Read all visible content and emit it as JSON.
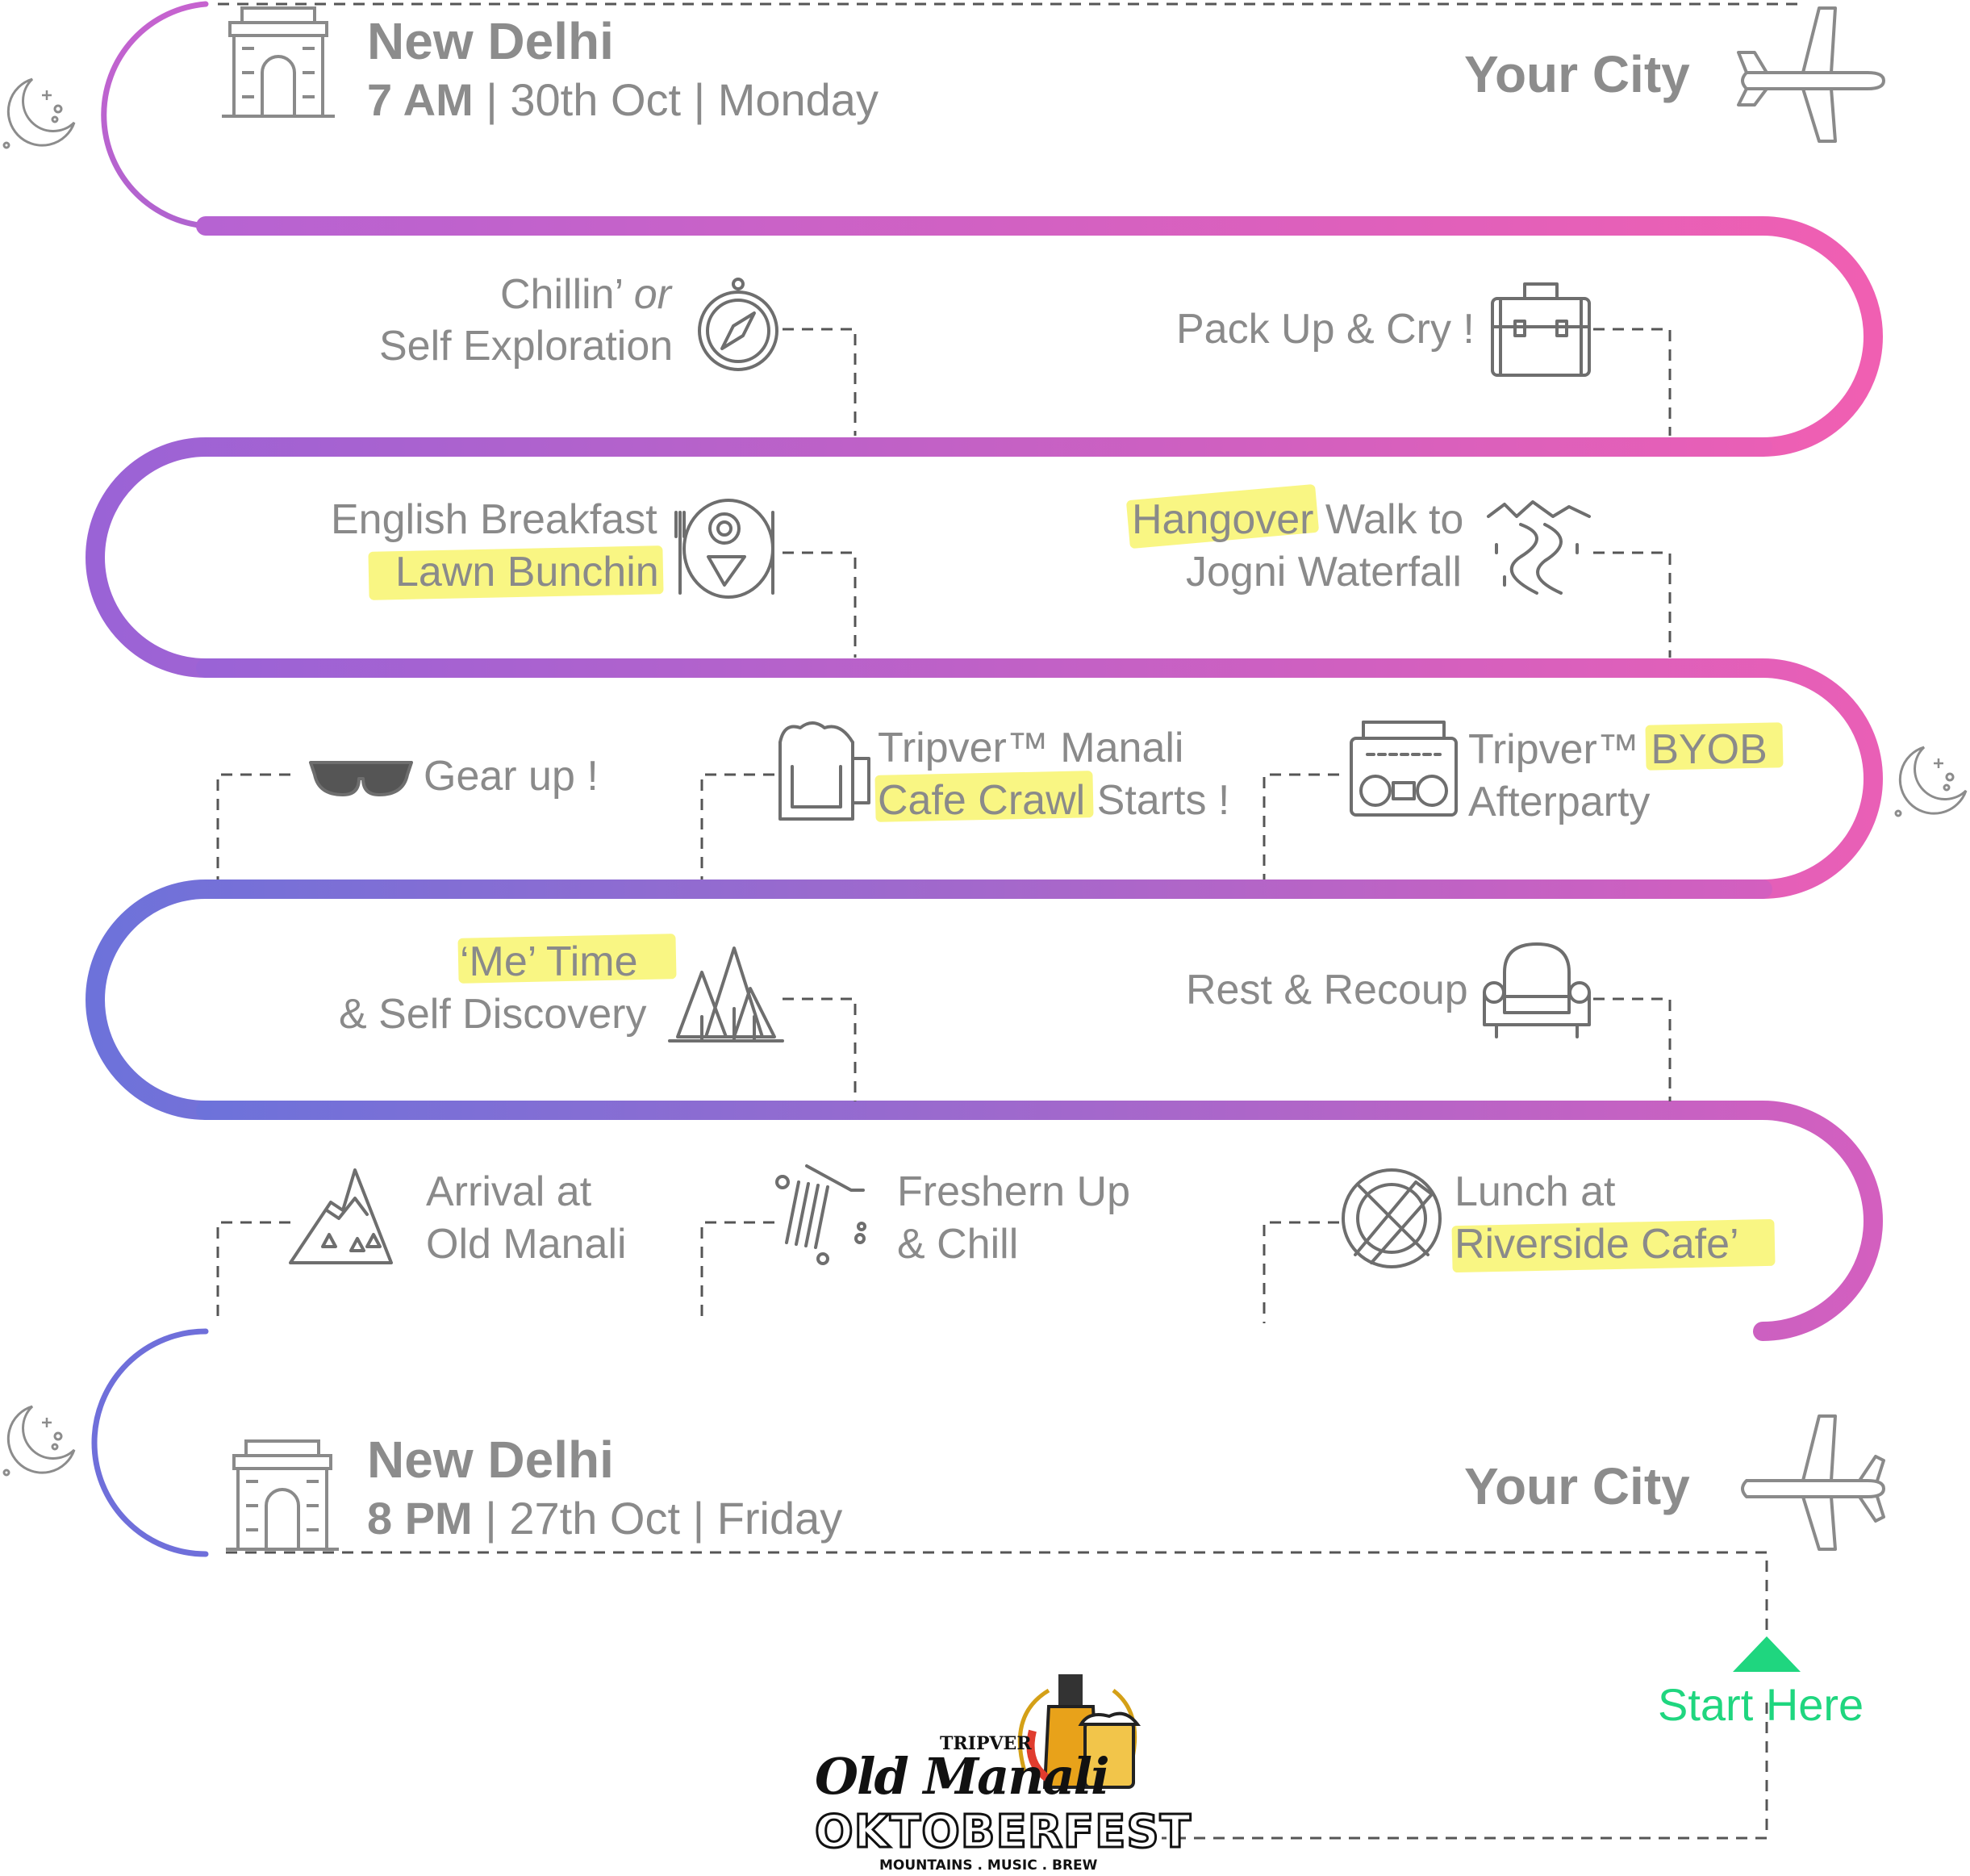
{
  "top": {
    "city": "New Delhi",
    "time": "7 AM",
    "details": "| 30th Oct | Monday",
    "destination": "Your City"
  },
  "bottom": {
    "city": "New Delhi",
    "time": "8 PM",
    "details": "| 27th Oct | Friday",
    "destination": "Your City"
  },
  "rows": {
    "row1": {
      "left": {
        "line1": "Chillin’ ",
        "line1_em": "or",
        "line2": "Self Exploration",
        "icon": "compass-icon"
      },
      "right": {
        "line1": "Pack Up & Cry !",
        "icon": "suitcase-icon"
      }
    },
    "row2": {
      "left": {
        "line1": "English Breakfast",
        "line2": "Lawn Bunchin",
        "icon": "breakfast-plate-icon"
      },
      "right": {
        "line1_hl": "Hangover",
        "line1": " Walk to",
        "line2": "Jogni Waterfall",
        "icon": "river-path-icon"
      }
    },
    "row3": {
      "a": {
        "line1": "Gear up !",
        "icon": "sunglasses-icon"
      },
      "b": {
        "line1": "Tripver™ Manali",
        "line2_hl": "Cafe Crawl",
        "line2": " Starts !",
        "icon": "beer-mug-icon"
      },
      "c": {
        "line1": "Tripver™ ",
        "line1_hl": "BYOB",
        "line2": "Afterparty",
        "icon": "boombox-icon"
      }
    },
    "row4": {
      "left": {
        "line1": "‘Me’ Time",
        "line2": "& Self Discovery",
        "icon": "forest-icon"
      },
      "right": {
        "line1": "Rest & Recoup",
        "icon": "armchair-icon"
      }
    },
    "row5": {
      "a": {
        "line1": "Arrival at",
        "line2": "Old Manali",
        "icon": "mountain-icon"
      },
      "b": {
        "line1": "Freshern Up",
        "line2": "& Chill",
        "icon": "shower-icon"
      },
      "c": {
        "line1": "Lunch at",
        "line2": "Riverside Cafe’",
        "icon": "plate-fork-icon"
      }
    }
  },
  "start_here": "Start Here",
  "logo": {
    "brand": "TRIPVER",
    "title": "Old Manali",
    "event": "OKTOBERFEST",
    "tagline": "MOUNTAINS . MUSIC . BREW"
  },
  "colors": {
    "path_start": "#6a6fd9",
    "path_mid": "#b05fc9",
    "path_end": "#f060b0",
    "highlight": "#f8f575",
    "start_green": "#1fd67f",
    "text_gray": "#8a8a8a"
  }
}
